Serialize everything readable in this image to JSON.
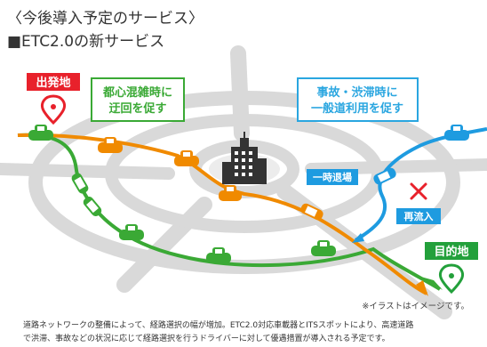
{
  "heading": "〈今後導入予定のサービス〉",
  "subheading": "■ETC2.0の新サービス",
  "labels": {
    "origin": "出発地",
    "destination": "目的地",
    "detour_note_line1": "都心混雑時に",
    "detour_note_line2": "迂回を促す",
    "general_road_note_line1": "事故・渋滞時に",
    "general_road_note_line2": "一般道利用を促す",
    "temp_exit": "一時退場",
    "reentry": "再流入"
  },
  "note": "※イラストはイメージです。",
  "caption": {
    "line1": "道路ネットワークの整備によって、経路選択の幅が増加。ETC2.0対応車載器とITSスポットにより、高速道路",
    "line2": "で洪滞、事故などの状況に応じて経路選択を行うドライバーに対して優遇措置が導入される予定です。"
  },
  "colors": {
    "road": "#d9d9d9",
    "green_route": "#3aa935",
    "orange_route": "#f08a00",
    "blue_route": "#1e9be0",
    "red_label": "#e8212b",
    "green_label": "#23a03b",
    "detour_box": "#3aa935",
    "general_box": "#2aa6e0"
  }
}
